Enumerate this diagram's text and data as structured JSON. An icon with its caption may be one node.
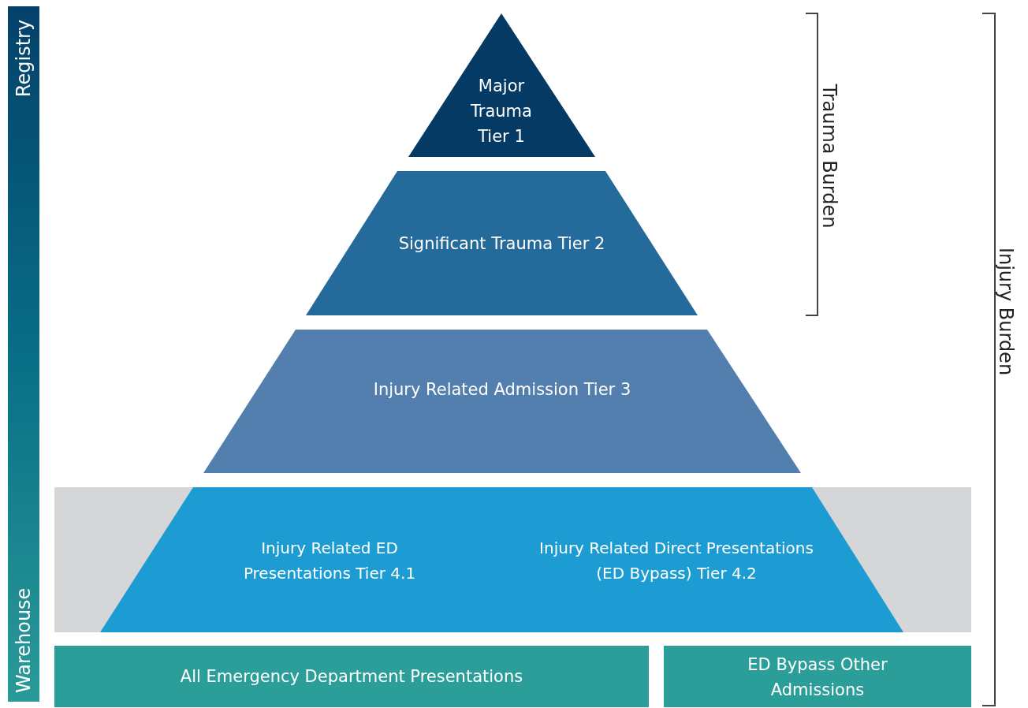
{
  "diagram": {
    "nodes": [
      {
        "text": [
          "Registry",
          "Warehouse"
        ]
      },
      {
        "text": [
          "Major Trauma Tier 1"
        ]
      },
      {
        "text": [
          "Significant Trauma Tier 2"
        ]
      },
      {
        "text": [
          "Injury Related Admission Tier 3"
        ]
      },
      {
        "text": [],
        "shape": "bar"
      },
      {
        "text": [
          "Injury Related ED Presentations Tier 4.1",
          "Injury Related Direct Presentations (ED Bypass) Tier 4.2"
        ],
        "in": 4
      },
      {
        "text": [
          "All Emergency Department Presentations"
        ]
      },
      {
        "text": [
          "ED Bypass Other Admissions"
        ]
      }
    ],
    "edges": [],
    "labels": [
      "Trauma Burden",
      "Injury Burden"
    ]
  }
}
